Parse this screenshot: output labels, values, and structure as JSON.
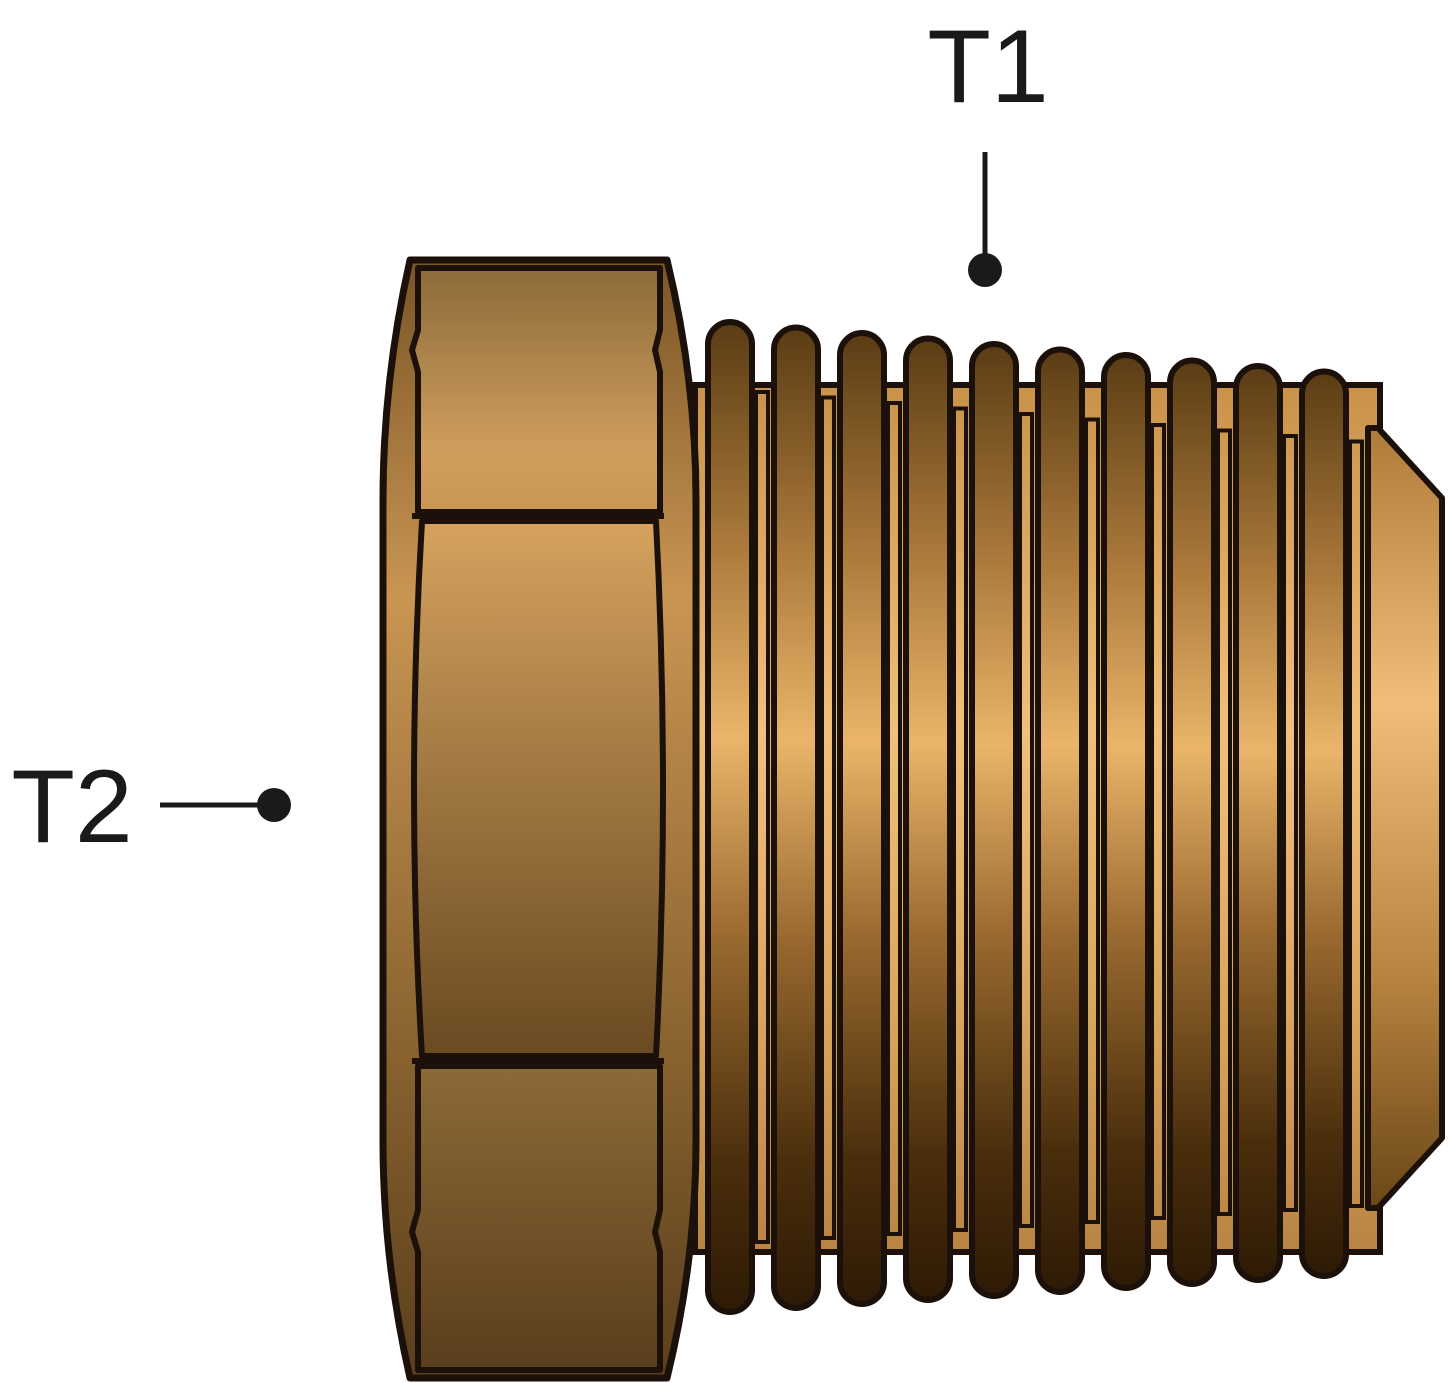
{
  "labels": {
    "t1": "T1",
    "t2": "T2"
  },
  "colors": {
    "outline": "#1c100a",
    "brass_light": "#e9b66d",
    "brass_mid": "#b38446",
    "brass_dark": "#3a2308",
    "leader": "#1a1a1a"
  },
  "part": {
    "type": "hex-head-plug",
    "thread_count": 10,
    "hex_faces_visible": 3
  }
}
